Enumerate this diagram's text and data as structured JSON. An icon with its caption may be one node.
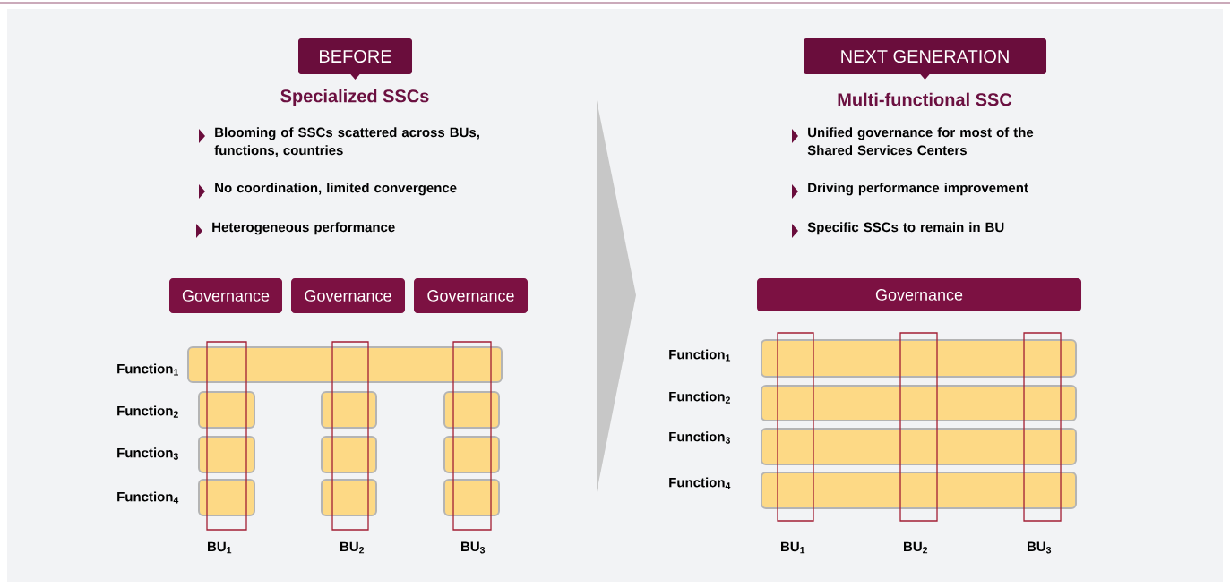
{
  "diagram": {
    "nodes": [
      {
        "text": [
          "BEFORE"
        ]
      },
      {
        "text": [
          "NEXT GENERATION"
        ]
      },
      {
        "text": [
          "Governance"
        ]
      },
      {
        "text": [
          "Governance"
        ]
      },
      {
        "text": [
          "Governance"
        ]
      },
      {
        "text": [
          "Governance"
        ]
      }
    ],
    "labels": [
      "Specialized SSCs",
      "Blooming of SSCs scattered across BUs, functions, countries",
      "No coordination, limited convergence",
      "Heterogeneous performance",
      "Function$_{1}$",
      "Function$_{2}$",
      "Function$_{3}$",
      "Function$_{4}$",
      "BU$_{1}$",
      "BU$_{2}$",
      "BU$_{3}$",
      "Multi-functional SSC",
      "Unified governance for most of the Shared Services Centers",
      "Driving performance improvement",
      "Specific SSCs to remain in BU",
      "Function$_{1}$",
      "Function$_{2}$",
      "Function$_{3}$",
      "Function$_{4}$",
      "BU$_{1}$",
      "BU$_{2}$",
      "BU$_{3}$"
    ]
  }
}
